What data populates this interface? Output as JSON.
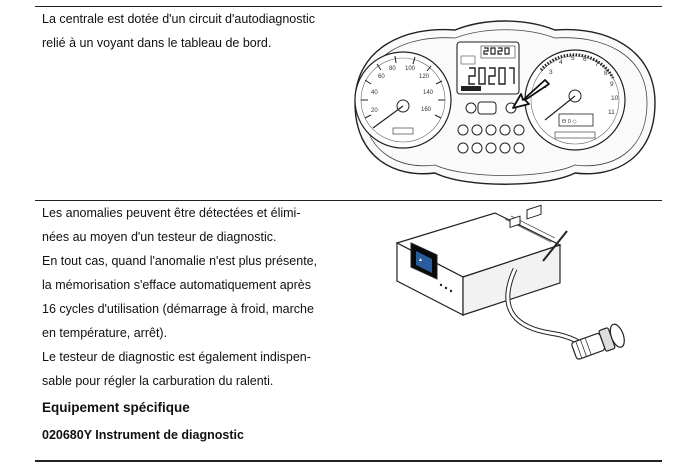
{
  "section1": {
    "lines": [
      "La centrale est dotée d'un circuit d'autodiagnostic",
      "relié à un voyant dans le tableau de bord."
    ]
  },
  "dashboard_figure": {
    "icons": [
      "speedometer-icon",
      "tachometer-icon",
      "lcd-display-icon",
      "warning-lamp-icon",
      "arrow-icon"
    ]
  },
  "section2": {
    "lines": [
      "Les anomalies peuvent être détectées et élimi-",
      "nées au moyen d'un testeur de diagnostic.",
      "En tout cas, quand l'anomalie n'est plus présente,",
      "la mémorisation s'efface automatiquement après",
      "16 cycles d'utilisation (démarrage à froid, marche",
      "en température, arrêt).",
      "Le testeur de diagnostic est également indispen-",
      "sable pour régler la carburation du ralenti."
    ]
  },
  "tester_figure": {
    "icons": [
      "diagnostic-tester-icon",
      "cable-connector-icon"
    ]
  },
  "specific_equipment": {
    "heading": "Equipement spécifique",
    "item": "020680Y Instrument de diagnostic"
  }
}
